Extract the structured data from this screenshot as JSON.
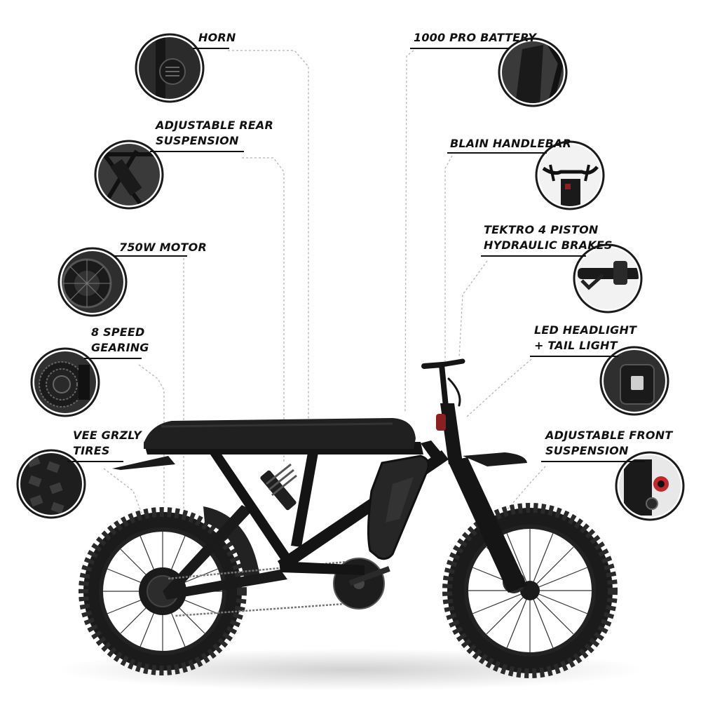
{
  "features": [
    {
      "id": "horn",
      "lines": [
        "HORN"
      ],
      "icon": "horn-icon"
    },
    {
      "id": "rear-suspension",
      "lines": [
        "ADJUSTABLE REAR",
        "SUSPENSION"
      ],
      "icon": "rear-suspension-icon"
    },
    {
      "id": "motor",
      "lines": [
        "750W MOTOR"
      ],
      "icon": "hub-motor-icon"
    },
    {
      "id": "gearing",
      "lines": [
        "8 SPEED",
        "GEARING"
      ],
      "icon": "cassette-icon"
    },
    {
      "id": "tires",
      "lines": [
        "VEE GRZLY",
        "TIRES"
      ],
      "icon": "tire-tread-icon"
    },
    {
      "id": "battery",
      "lines": [
        "1000 PRO BATTERY"
      ],
      "icon": "battery-icon"
    },
    {
      "id": "handlebar",
      "lines": [
        "BLAIN HANDLEBAR"
      ],
      "icon": "handlebar-icon"
    },
    {
      "id": "brakes",
      "lines": [
        "TEKTRO 4 PISTON",
        "HYDRAULIC BRAKES"
      ],
      "icon": "brake-lever-icon"
    },
    {
      "id": "lights",
      "lines": [
        "LED HEADLIGHT",
        "+ TAIL LIGHT"
      ],
      "icon": "headlight-icon"
    },
    {
      "id": "front-suspension",
      "lines": [
        "ADJUSTABLE FRONT",
        "SUSPENSION"
      ],
      "icon": "fork-suspension-icon"
    }
  ],
  "colors": {
    "ink": "#111111",
    "leader": "#b5b5b5",
    "ring": "#1a1a1a",
    "bike": "#161616"
  }
}
